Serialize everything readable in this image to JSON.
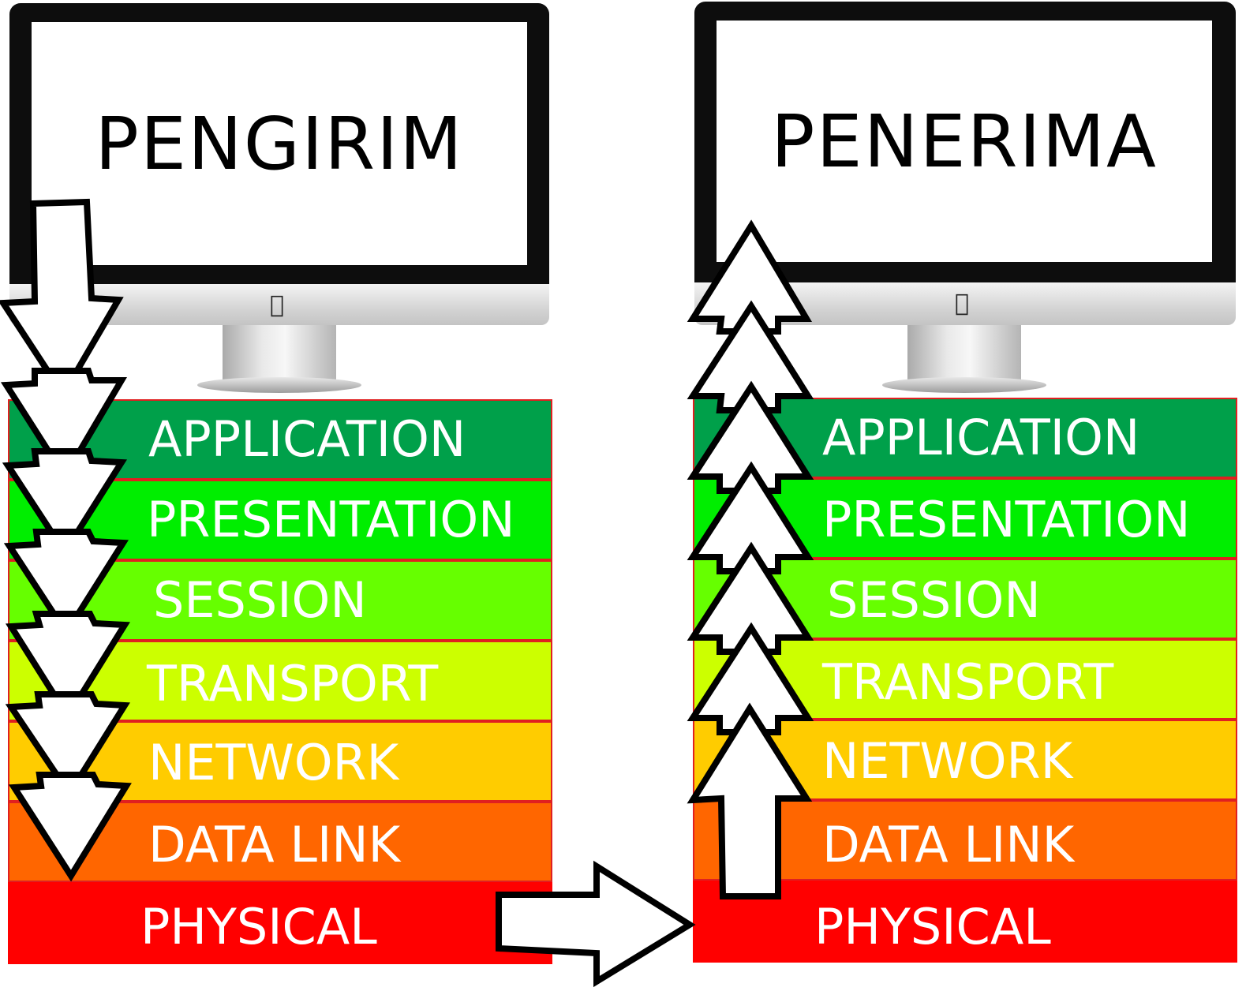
{
  "sender": {
    "title": "PENGIRIM",
    "layers": [
      "APPLICATION",
      "PRESENTATION",
      "SESSION",
      "TRANSPORT",
      "NETWORK",
      "DATA LINK",
      "PHYSICAL"
    ]
  },
  "receiver": {
    "title": "PENERIMA",
    "layers": [
      "APPLICATION",
      "PRESENTATION",
      "SESSION",
      "TRANSPORT",
      "NETWORK",
      "DATA LINK",
      "PHYSICAL"
    ]
  },
  "layer_colors": [
    "#00a04a",
    "#00ee00",
    "#66ff00",
    "#ccff00",
    "#ffcc00",
    "#ff6600",
    "#ff0000"
  ],
  "apple_glyph": "",
  "icons": [
    "apple-logo-icon",
    "arrow-down-icon",
    "arrow-up-icon",
    "arrow-right-icon"
  ]
}
